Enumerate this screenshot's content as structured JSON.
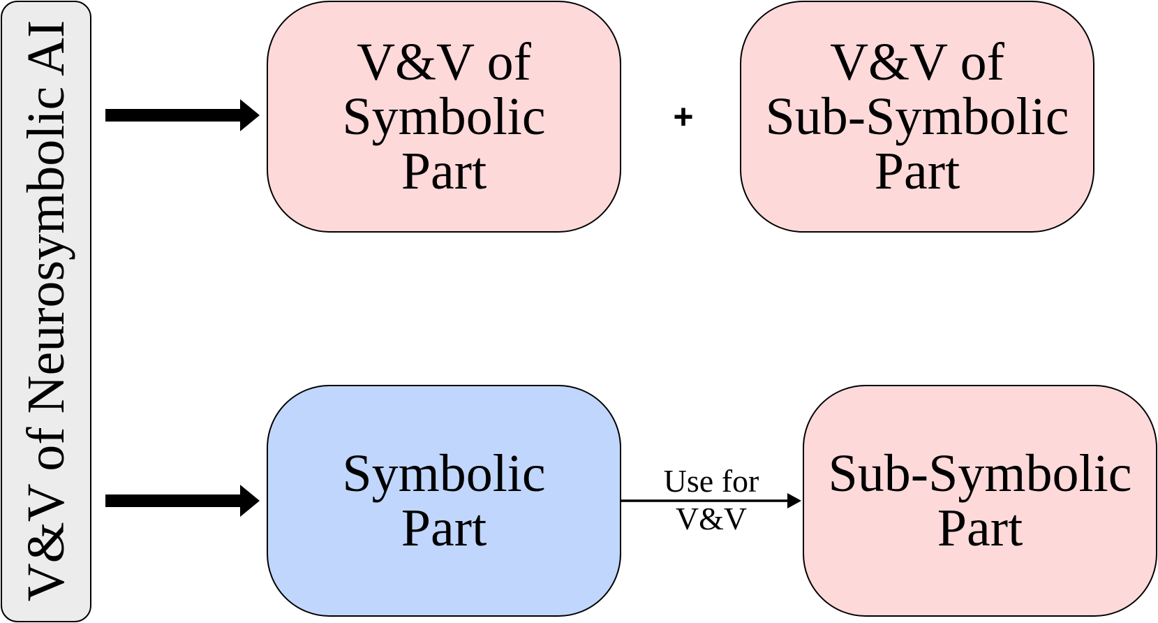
{
  "diagram": {
    "side_label": "V&V of Neurosymbolic AI",
    "top_row": {
      "left_box": {
        "lines": [
          "V&V of",
          "Symbolic",
          "Part"
        ],
        "color": "#fdd9da"
      },
      "operator": "+",
      "right_box": {
        "lines": [
          "V&V of",
          "Sub-Symbolic",
          "Part"
        ],
        "color": "#fdd9da"
      }
    },
    "bottom_row": {
      "left_box": {
        "lines": [
          "Symbolic",
          "Part"
        ],
        "color": "#c0d6fc"
      },
      "connector_label": [
        "Use for",
        "V&V"
      ],
      "right_box": {
        "lines": [
          "Sub-Symbolic",
          "Part"
        ],
        "color": "#fdd9da"
      }
    },
    "side_color": "#ececec"
  }
}
